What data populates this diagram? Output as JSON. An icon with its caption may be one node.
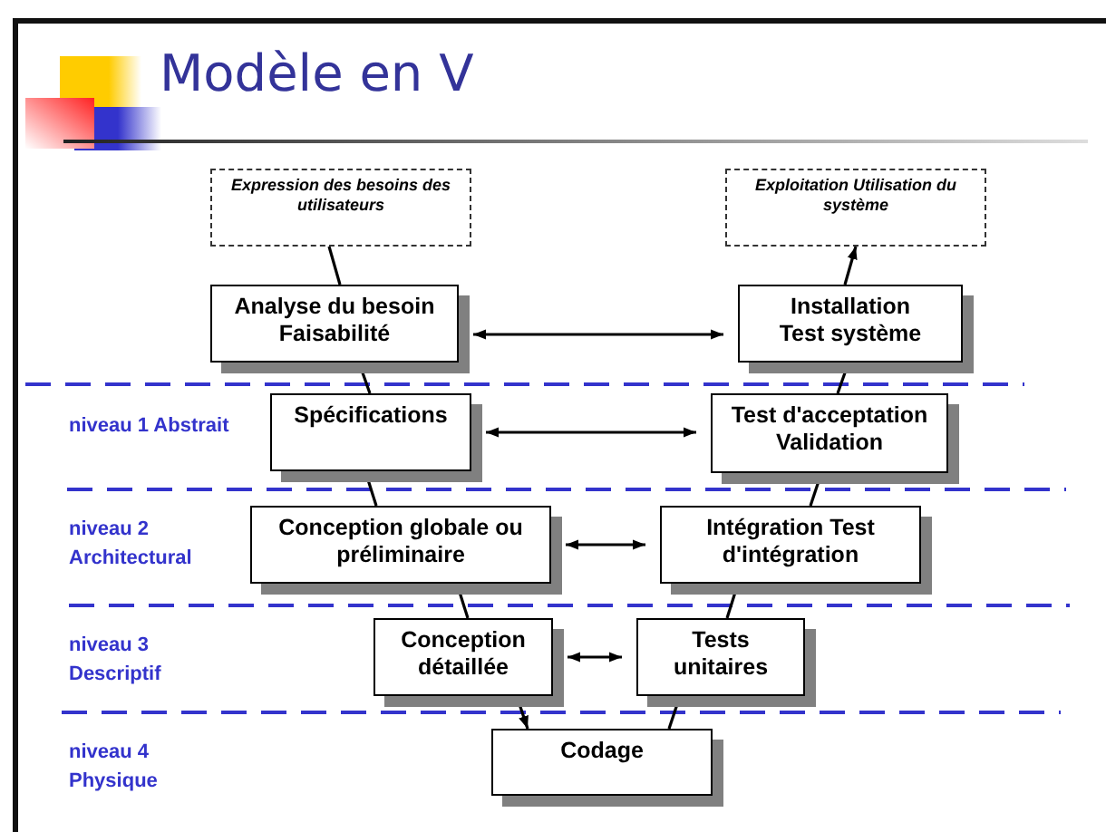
{
  "diagram": {
    "title": "Modèle en V",
    "nodes": [
      {
        "text": [
          "Expression des besoins des utilisateurs"
        ]
      },
      {
        "text": [
          "Exploitation Utilisation du système"
        ]
      },
      {
        "text": [
          "Analyse du besoin Faisabilité"
        ]
      },
      {
        "text": [
          "Installation Test système"
        ]
      },
      {
        "text": [
          "Spécifications"
        ]
      },
      {
        "text": [
          "Test d'acceptation Validation"
        ]
      },
      {
        "text": [
          "Conception globale ou préliminaire"
        ]
      },
      {
        "text": [
          "Intégration Test d'intégration"
        ]
      },
      {
        "text": [
          "Conception détaillée"
        ]
      },
      {
        "text": [
          "Tests unitaires"
        ]
      },
      {
        "text": [
          "Codage"
        ]
      }
    ],
    "edges": [
      {
        "from": 0,
        "to": 2,
        "arrow": "none"
      },
      {
        "from": 2,
        "to": 4,
        "arrow": "none"
      },
      {
        "from": 4,
        "to": 6,
        "arrow": "none"
      },
      {
        "from": 6,
        "to": 8,
        "arrow": "none"
      },
      {
        "from": 8,
        "to": 10,
        "arrow": "to"
      },
      {
        "from": 10,
        "to": 9,
        "arrow": "none"
      },
      {
        "from": 9,
        "to": 7,
        "arrow": "none"
      },
      {
        "from": 7,
        "to": 5,
        "arrow": "none"
      },
      {
        "from": 5,
        "to": 3,
        "arrow": "none"
      },
      {
        "from": 3,
        "to": 1,
        "arrow": "to"
      },
      {
        "from": 2,
        "to": 3,
        "arrow": "both"
      },
      {
        "from": 4,
        "to": 5,
        "arrow": "both"
      },
      {
        "from": 6,
        "to": 7,
        "arrow": "both"
      },
      {
        "from": 8,
        "to": 9,
        "arrow": "both"
      }
    ],
    "labels": [
      "niveau 1 Abstrait",
      "niveau 2 Architectural",
      "niveau 3 Descriptif",
      "niveau 4 Physique"
    ]
  }
}
